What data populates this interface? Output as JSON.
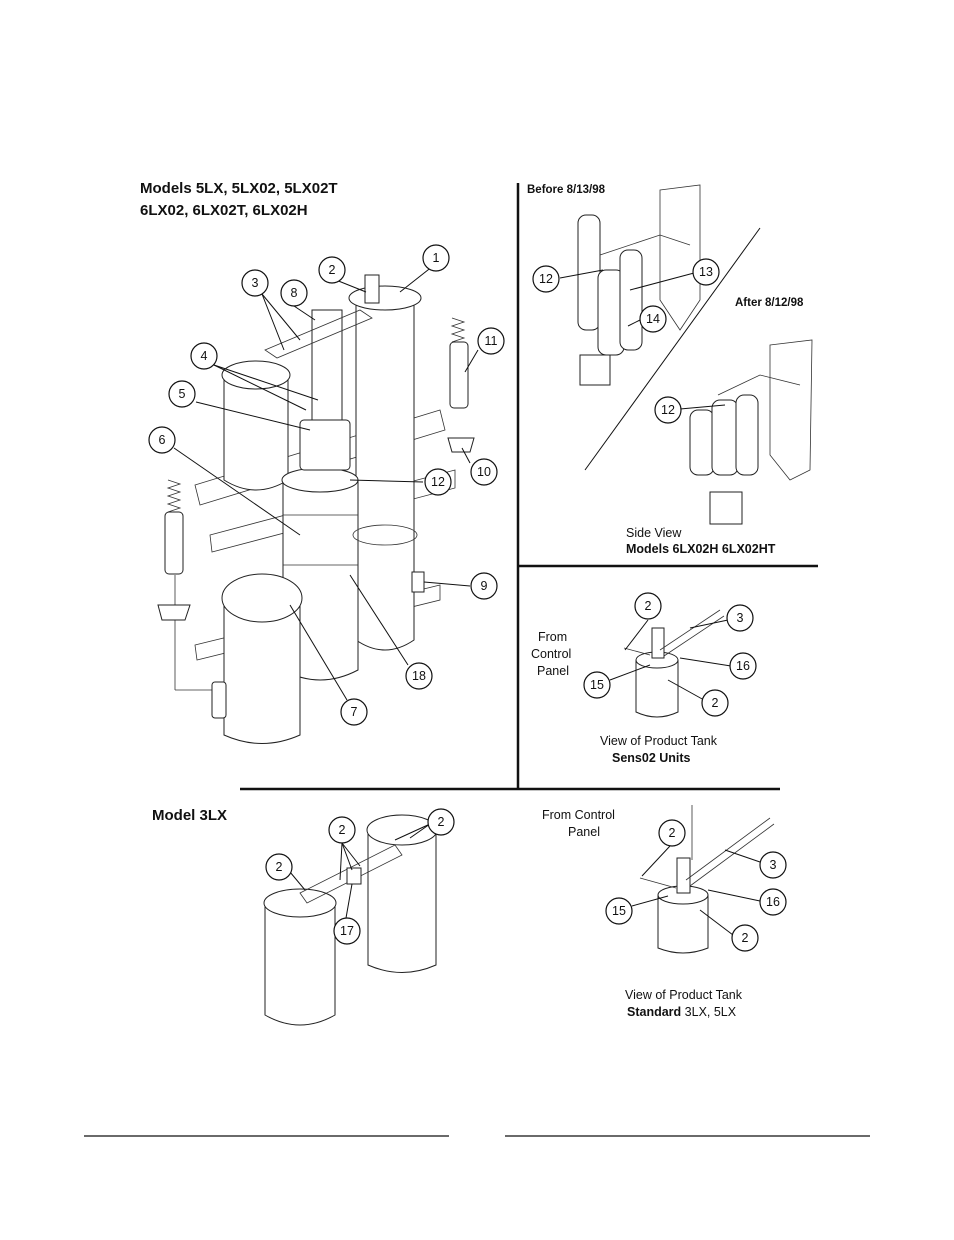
{
  "panels": {
    "main": {
      "title_line1": "Models 5LX, 5LX02, 5LX02T",
      "title_line2": "6LX02, 6LX02T, 6LX02H"
    },
    "side": {
      "before_label": "Before 8/13/98",
      "after_label": "After 8/12/98",
      "caption_line1": "Side View",
      "caption_line2": "Models 6LX02H 6LX02HT"
    },
    "sens": {
      "from_line1": "From",
      "from_line2": "Control",
      "from_line3": "Panel",
      "caption_line1": "View of Product Tank",
      "caption_line2": "Sens02 Units"
    },
    "model3": {
      "title": "Model 3LX"
    },
    "standard": {
      "from_line1": "From Control",
      "from_line2": "Panel",
      "caption_line1": "View of Product Tank",
      "caption_bold": "Standard",
      "caption_rest": " 3LX, 5LX"
    }
  },
  "callouts": {
    "main": [
      "1",
      "2",
      "3",
      "8",
      "11",
      "4",
      "5",
      "6",
      "10",
      "12",
      "9",
      "18",
      "7"
    ],
    "side": [
      "12",
      "13",
      "14",
      "12"
    ],
    "sens": [
      "2",
      "3",
      "16",
      "15",
      "2"
    ],
    "model3": [
      "2",
      "2",
      "2",
      "17"
    ],
    "standard": [
      "2",
      "3",
      "16",
      "15",
      "2"
    ]
  }
}
